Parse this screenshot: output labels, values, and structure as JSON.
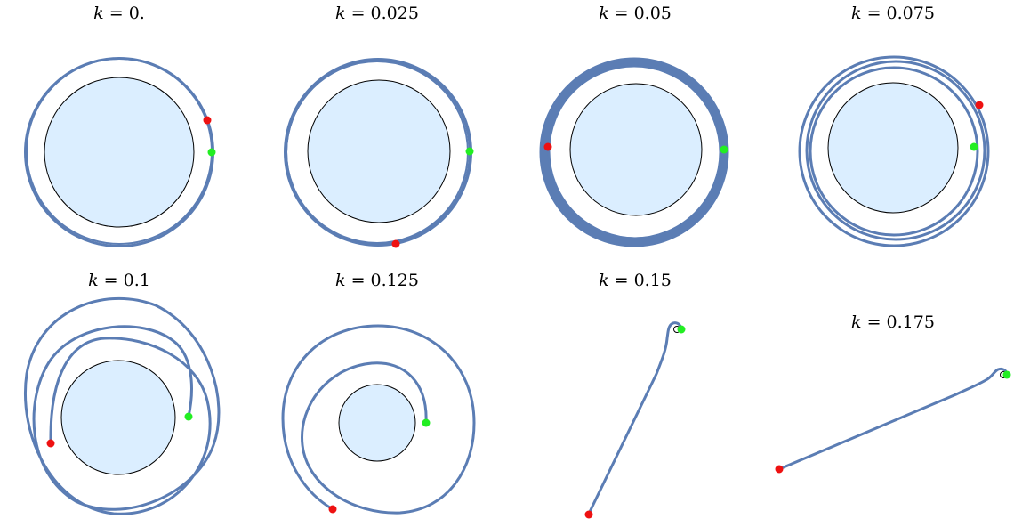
{
  "colors": {
    "orbit": "#5b7db4",
    "planet_fill": "#dbeeff",
    "start_marker": "#22ee22",
    "end_marker": "#ee1111"
  },
  "panels": [
    {
      "k_value": "0.",
      "label_var": "k",
      "label_eq": " = ",
      "label_num": "0.",
      "planet_shown": true,
      "crash_marker": false
    },
    {
      "k_value": "0.025",
      "label_var": "k",
      "label_eq": " = ",
      "label_num": "0.025",
      "planet_shown": true,
      "crash_marker": false
    },
    {
      "k_value": "0.05",
      "label_var": "k",
      "label_eq": " = ",
      "label_num": "0.05",
      "planet_shown": true,
      "crash_marker": false
    },
    {
      "k_value": "0.075",
      "label_var": "k",
      "label_eq": " = ",
      "label_num": "0.075",
      "planet_shown": true,
      "crash_marker": false
    },
    {
      "k_value": "0.1",
      "label_var": "k",
      "label_eq": " = ",
      "label_num": "0.1",
      "planet_shown": true,
      "crash_marker": false
    },
    {
      "k_value": "0.125",
      "label_var": "k",
      "label_eq": " = ",
      "label_num": "0.125",
      "planet_shown": true,
      "crash_marker": false
    },
    {
      "k_value": "0.15",
      "label_var": "k",
      "label_eq": " = ",
      "label_num": "0.15",
      "planet_shown": false,
      "crash_marker": true
    },
    {
      "k_value": "0.175",
      "label_var": "k",
      "label_eq": " = ",
      "label_num": "0.175",
      "planet_shown": false,
      "crash_marker": true
    }
  ]
}
